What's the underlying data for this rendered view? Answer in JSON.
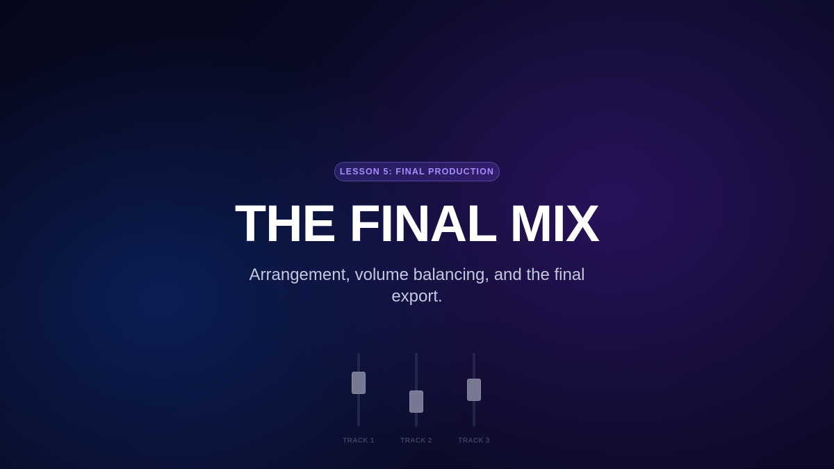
{
  "badge": "LESSON 5: FINAL PRODUCTION",
  "title": "THE FINAL MIX",
  "subtitle": "Arrangement, volume balancing, and the final export.",
  "faders": [
    {
      "label": "TRACK 1",
      "level": 0.64
    },
    {
      "label": "TRACK 2",
      "level": 0.27
    },
    {
      "label": "TRACK 3",
      "level": 0.5
    }
  ],
  "colors": {
    "accent": "#a78bfa",
    "knob": "#777891"
  }
}
